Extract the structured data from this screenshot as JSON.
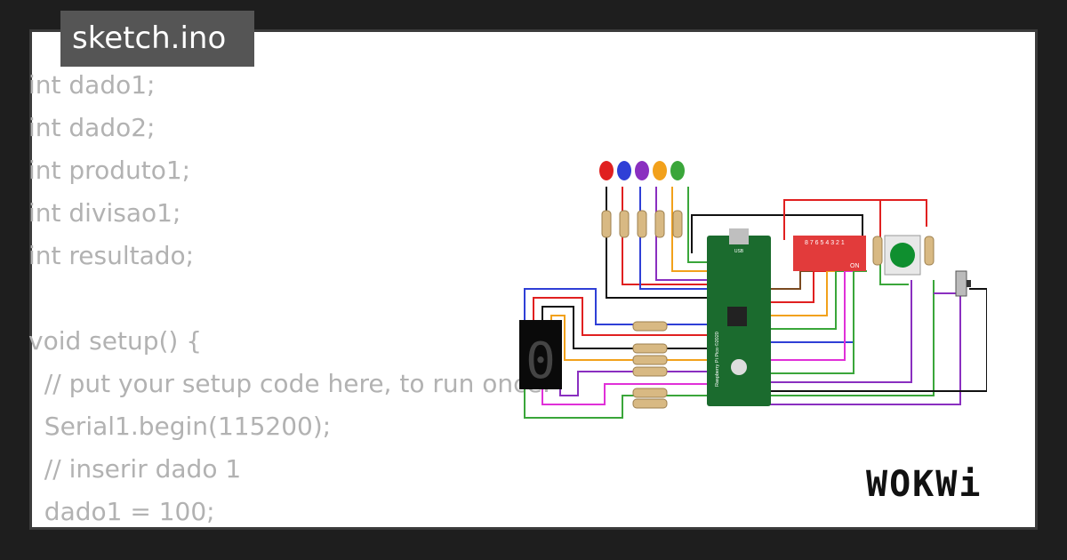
{
  "tab": {
    "title": "sketch.ino"
  },
  "code_lines": [
    "int dado1;",
    "int dado2;",
    "int produto1;",
    "int divisao1;",
    "int resultado;",
    "",
    "void setup() {",
    "  // put your setup code here, to run once:",
    "  Serial1.begin(115200);",
    "  // inserir dado 1",
    "  dado1 = 100;"
  ],
  "board": {
    "usb_label": "USB",
    "model_label": "Raspberry Pi Pico ©2020"
  },
  "dip_switch": {
    "numbers": "8 7 6 5 4 3 2 1",
    "on_label": "ON"
  },
  "seven_segment": {
    "digit": "0"
  },
  "leds": [
    "#e02020",
    "#2f3fd6",
    "#8a2fc0",
    "#f2a11b",
    "#3aa63a"
  ],
  "logo": {
    "text": "WOKWi"
  },
  "colors": {
    "background": "#1e1e1e",
    "tab": "#555555",
    "code": "#b2b2b2",
    "board": "#1b6b2e"
  }
}
